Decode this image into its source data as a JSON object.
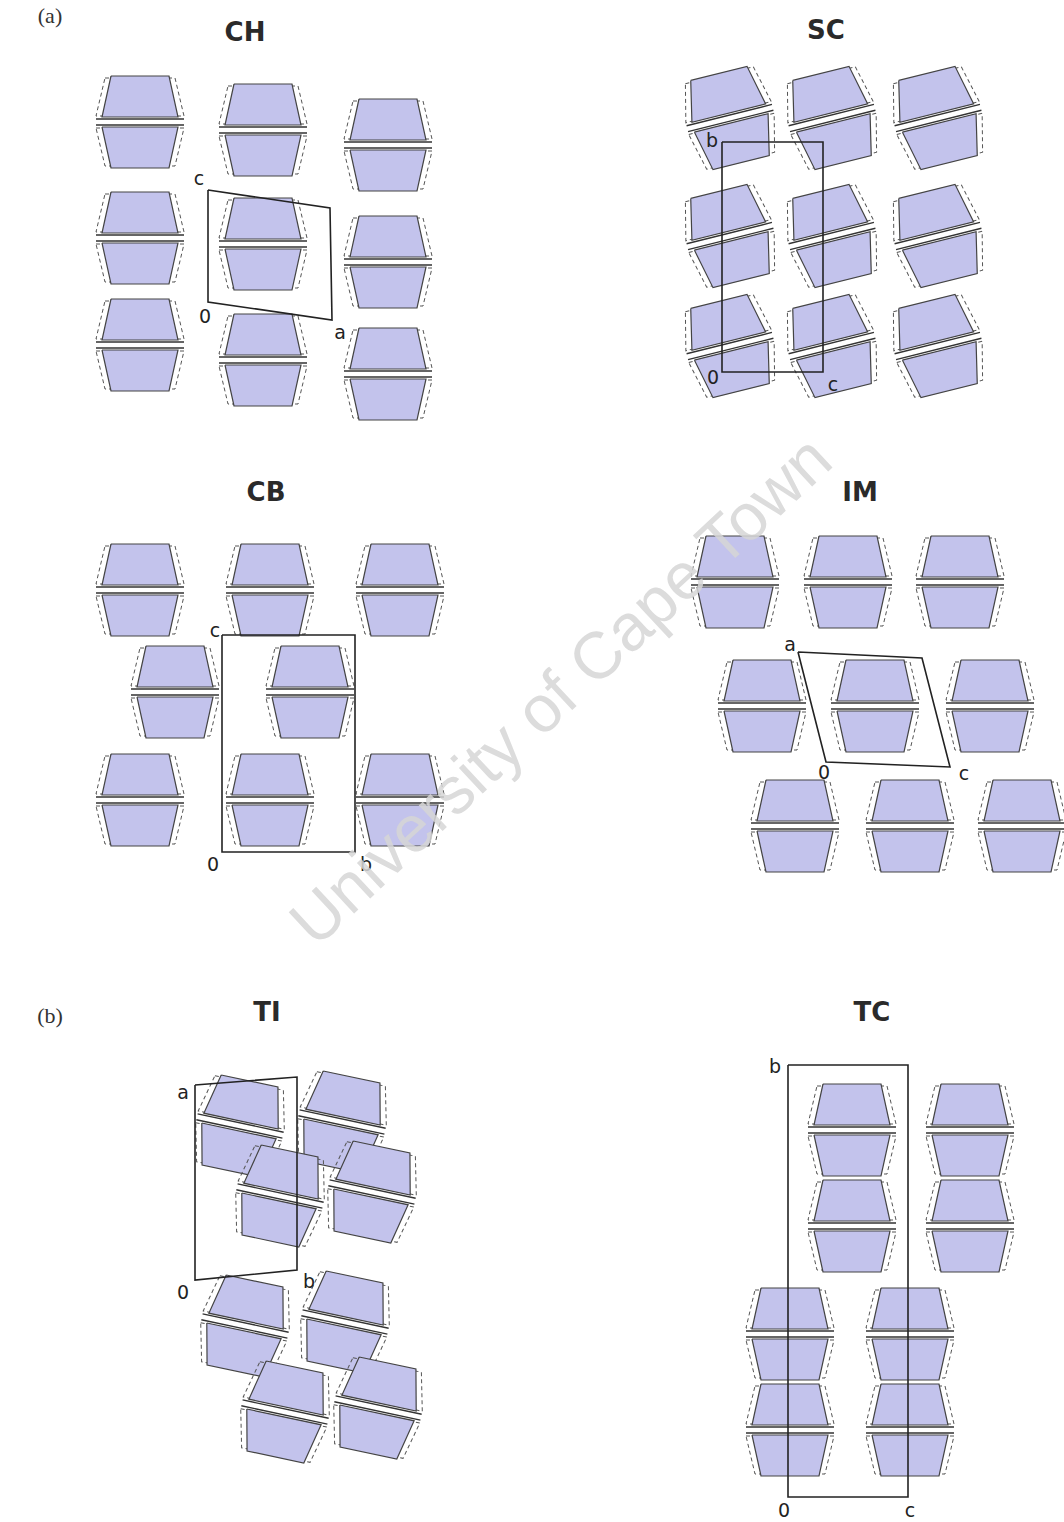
{
  "diagram": {
    "labels": [
      "(a)",
      "CH",
      "c",
      "0",
      "a",
      "SC",
      "b",
      "0",
      "c",
      "CB",
      "c",
      "0",
      "b",
      "IM",
      "a",
      "0",
      "c",
      "(b)",
      "TI",
      "a",
      "0",
      "b",
      "TC",
      "b",
      "0",
      "c",
      "University of Cape Town"
    ]
  }
}
